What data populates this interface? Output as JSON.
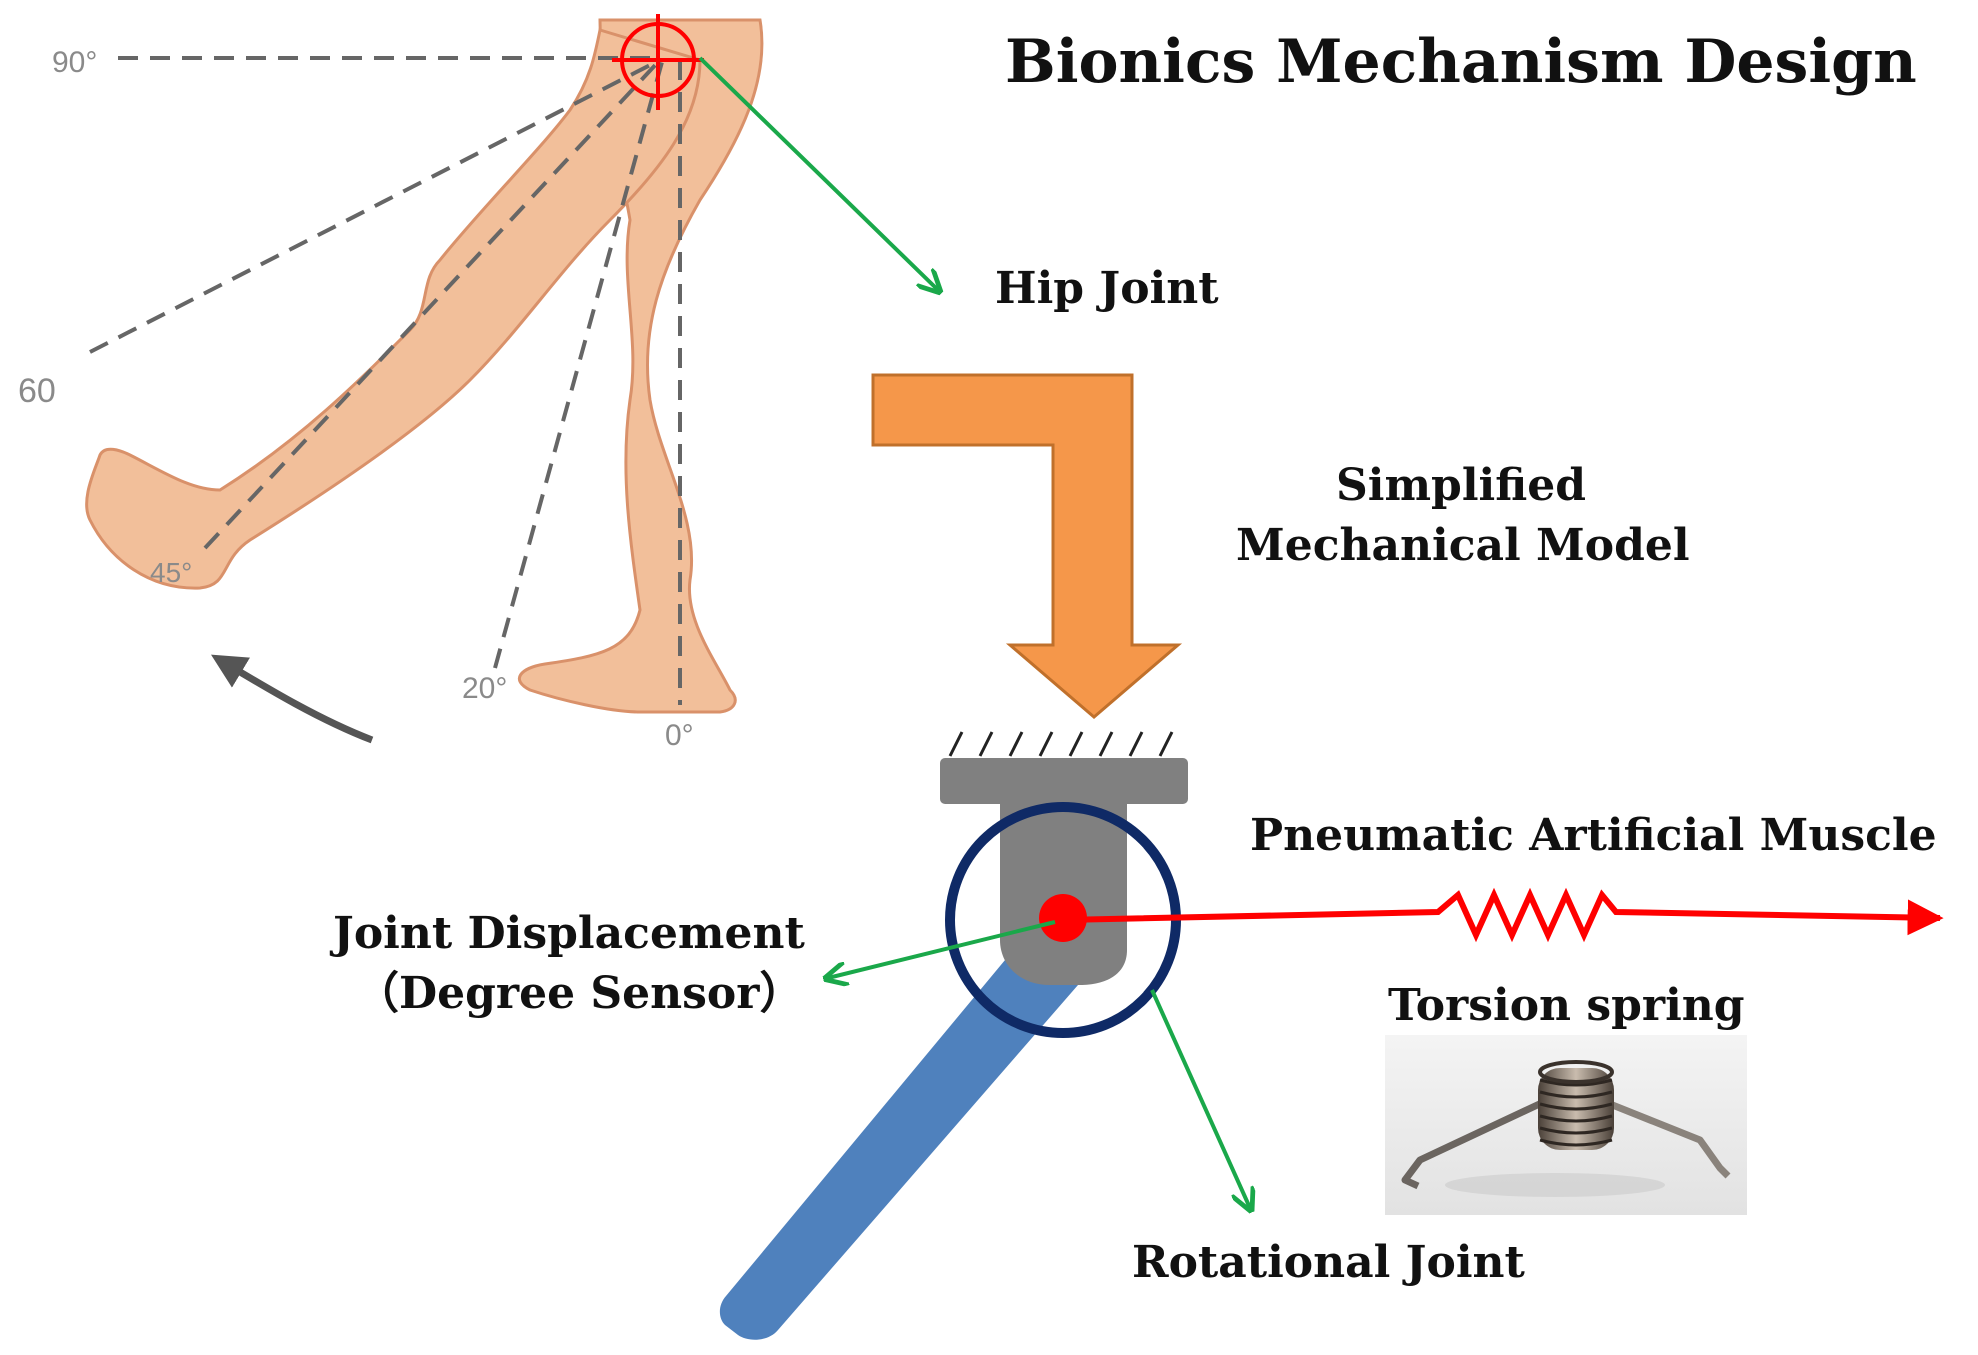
{
  "title": "Bionics Mechanism Design",
  "angles": {
    "a90": "90°",
    "a60": "60",
    "a45": "45°",
    "a20": "20°",
    "a0": "0°"
  },
  "labels": {
    "hip_joint": "Hip Joint",
    "simplified_line1": "Simplified",
    "simplified_line2": "Mechanical Model",
    "pam": "Pneumatic Artificial Muscle",
    "jd_line1": "Joint Displacement",
    "jd_line2": "（Degree Sensor）",
    "torsion_spring": "Torsion spring",
    "rotational_joint": "Rotational Joint"
  },
  "colors": {
    "skin": "#f2bf9a",
    "skin_outline": "#d9916a",
    "arrow_orange": "#f5974a",
    "arrow_orange_edge": "#c0702b",
    "link_blue": "#4f81bd",
    "base_gray": "#808080",
    "ring_navy": "#0f2a66",
    "red": "#ff0000",
    "green": "#1aa84a"
  }
}
